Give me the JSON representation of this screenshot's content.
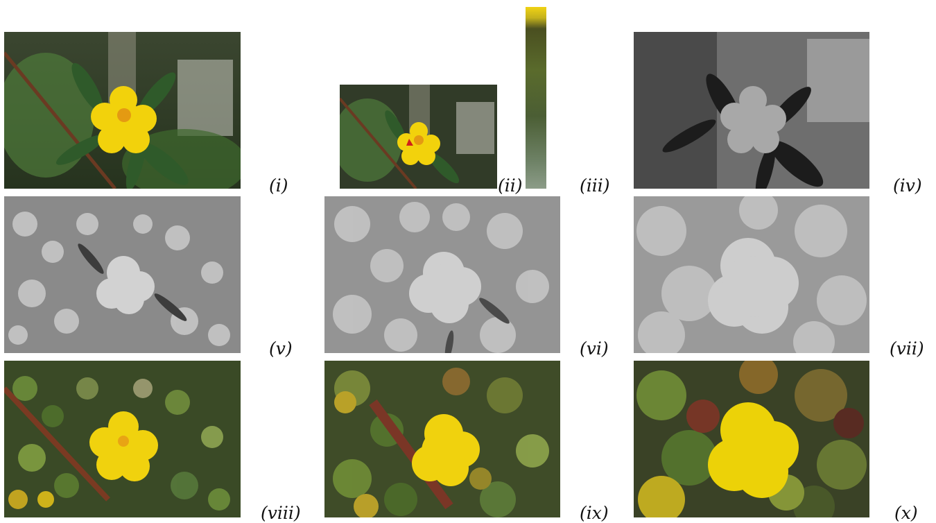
{
  "labels": {
    "i": "(i)",
    "ii": "(ii)",
    "iii": "(iii)",
    "iv": "(iv)",
    "v": "(v)",
    "vi": "(vi)",
    "vii": "(vii)",
    "viii": "(viii)",
    "ix": "(ix)",
    "x": "(x)"
  },
  "colors": {
    "flower_yellow": "#f2d20c",
    "flower_center": "#e49a12",
    "leaf_green": "#2f5a2a",
    "dark_bg": "#2a3124",
    "marker_red": "#d0201a"
  }
}
